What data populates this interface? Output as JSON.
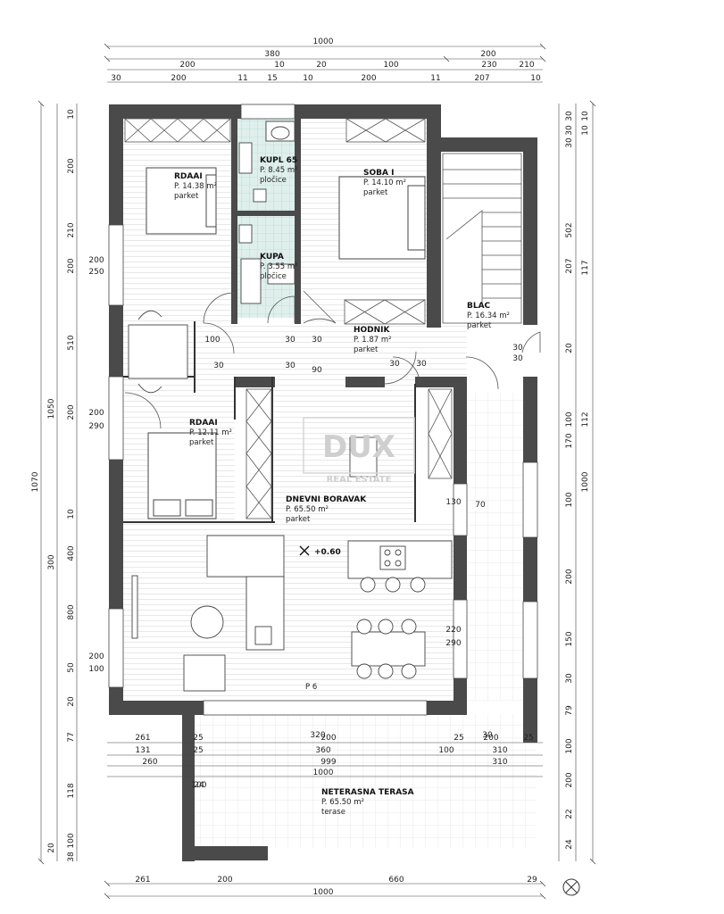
{
  "rooms": [
    {
      "id": "bed1",
      "name": "RDAAI",
      "area": "P. 14.38 m²",
      "floor": "parket"
    },
    {
      "id": "bath1",
      "name": "KUPL 65",
      "area": "P. 8.45 m²",
      "floor": "pločice"
    },
    {
      "id": "bed2",
      "name": "SOBA I",
      "area": "P. 14.10 m²",
      "floor": "parket"
    },
    {
      "id": "bath2",
      "name": "KUPA",
      "area": "P. 3.55 m²",
      "floor": "pločice"
    },
    {
      "id": "stair",
      "name": "BLAC",
      "area": "P. 16.34 m²",
      "floor": "parket"
    },
    {
      "id": "hall",
      "name": "HODNIK",
      "area": "P. 1.87 m²",
      "floor": "parket"
    },
    {
      "id": "bed3",
      "name": "RDAAI",
      "area": "P. 12.11 m²",
      "floor": "parket"
    },
    {
      "id": "living",
      "name": "DNEVNI BORAVAK",
      "area": "P. 65.50 m²",
      "floor": "parket"
    },
    {
      "id": "terrace",
      "name": "NETERASNA TERASA",
      "area": "P. 65.50 m²",
      "floor": "terase"
    }
  ],
  "level": "+0.60",
  "label_p6": "P 6",
  "watermark": {
    "main": "DUX",
    "sub": "REAL ESTATE"
  },
  "dims_top": {
    "row1": [
      "1000"
    ],
    "row2": [
      "380",
      "200"
    ],
    "row3": [
      "200",
      "10",
      "20",
      "100",
      "230",
      "210"
    ],
    "row4": [
      "30",
      "200",
      "11",
      "15",
      "10",
      "200",
      "11",
      "207",
      "10"
    ]
  },
  "dims_bottom": {
    "row1": [
      "261",
      "200",
      "660",
      "29"
    ],
    "row2": [
      "1000"
    ]
  },
  "dims_mid_bottom": {
    "row1": [
      "261",
      "25",
      "200",
      "25",
      "200",
      "25"
    ],
    "row2": [
      "131",
      "25",
      "360",
      "100",
      "310"
    ],
    "row3": [
      "260",
      "999",
      "310"
    ],
    "row4": [
      "1000"
    ],
    "row5": [
      "100",
      "24"
    ]
  },
  "dims_left_outer": [
    "1070"
  ],
  "dims_left_mid": [
    "1050",
    "300",
    "20"
  ],
  "dims_left_inner": [
    "10",
    "200",
    "210",
    "200",
    "510",
    "200",
    "10",
    "400",
    "800",
    "50",
    "20",
    "77",
    "118",
    "100",
    "38"
  ],
  "dims_right_inner": [
    "30",
    "30",
    "30",
    "502",
    "207",
    "20",
    "100",
    "170",
    "100",
    "200",
    "150",
    "30",
    "79",
    "100",
    "200",
    "22",
    "24"
  ],
  "dims_right_outer": [
    "10",
    "10",
    "117",
    "112",
    "1000"
  ],
  "inner_dims": [
    "200",
    "250",
    "200",
    "290",
    "200",
    "100",
    "100",
    "30",
    "30",
    "30",
    "30",
    "90",
    "30",
    "30",
    "30",
    "30",
    "130",
    "70",
    "220",
    "290",
    "320",
    "30"
  ],
  "north_symbol": "⊗"
}
